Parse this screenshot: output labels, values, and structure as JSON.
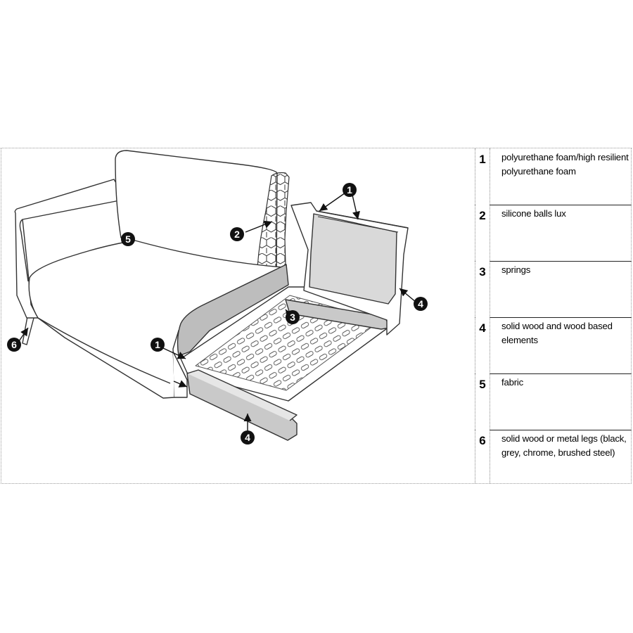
{
  "legend": [
    {
      "number": "1",
      "text": "polyurethane foam/high resilient polyurethane foam"
    },
    {
      "number": "2",
      "text": "silicone balls lux"
    },
    {
      "number": "3",
      "text": "springs"
    },
    {
      "number": "4",
      "text": " solid wood and wood based elements"
    },
    {
      "number": "5",
      "text": "fabric"
    },
    {
      "number": "6",
      "text": " solid wood or metal legs (black, grey, chrome, brushed steel)"
    }
  ],
  "callouts": [
    {
      "number": "1"
    },
    {
      "number": "1"
    },
    {
      "number": "2"
    },
    {
      "number": "3"
    },
    {
      "number": "4"
    },
    {
      "number": "4"
    },
    {
      "number": "5"
    },
    {
      "number": "6"
    }
  ]
}
